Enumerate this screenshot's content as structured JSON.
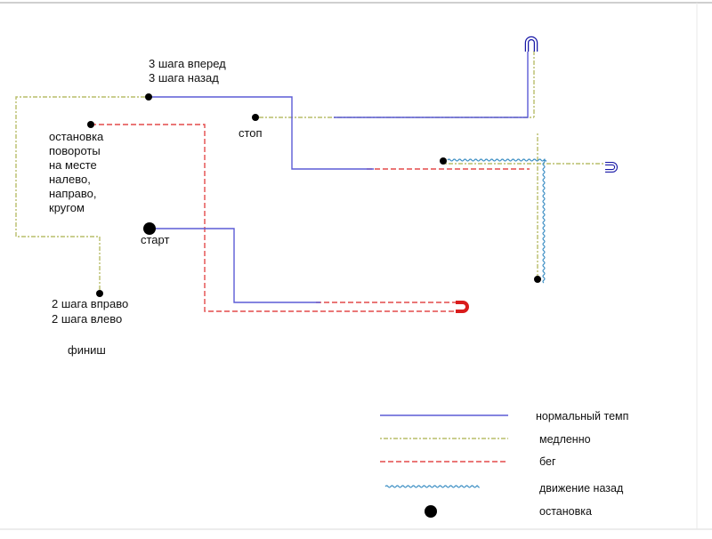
{
  "colors": {
    "normal": "#5b5bd6",
    "slow": "#b8bd6a",
    "run": "#e34a4a",
    "back": "#3d8fc4",
    "stop": "#000000",
    "uturn_red": "#d91c1c",
    "uturn_outline": "#1a1aa8"
  },
  "labels": {
    "three_steps_forward": "3 шага вперед",
    "three_steps_back": "3 шага назад",
    "stop": "стоп",
    "stop_turns_l1": "остановка",
    "stop_turns_l2": "повороты",
    "stop_turns_l3": "на месте",
    "stop_turns_l4": "налево,",
    "stop_turns_l5": "направо,",
    "stop_turns_l6": "кругом",
    "start": "старт",
    "two_steps_right": "2 шага вправо",
    "two_steps_left": "2 шага влево",
    "finish": "финиш"
  },
  "legend": {
    "normal": "нормальный темп",
    "slow": "медленно",
    "run": "бег",
    "back": "движение назад",
    "stop": "остановка"
  },
  "icons": {
    "uturn": "u-turn-arrow-icon"
  }
}
